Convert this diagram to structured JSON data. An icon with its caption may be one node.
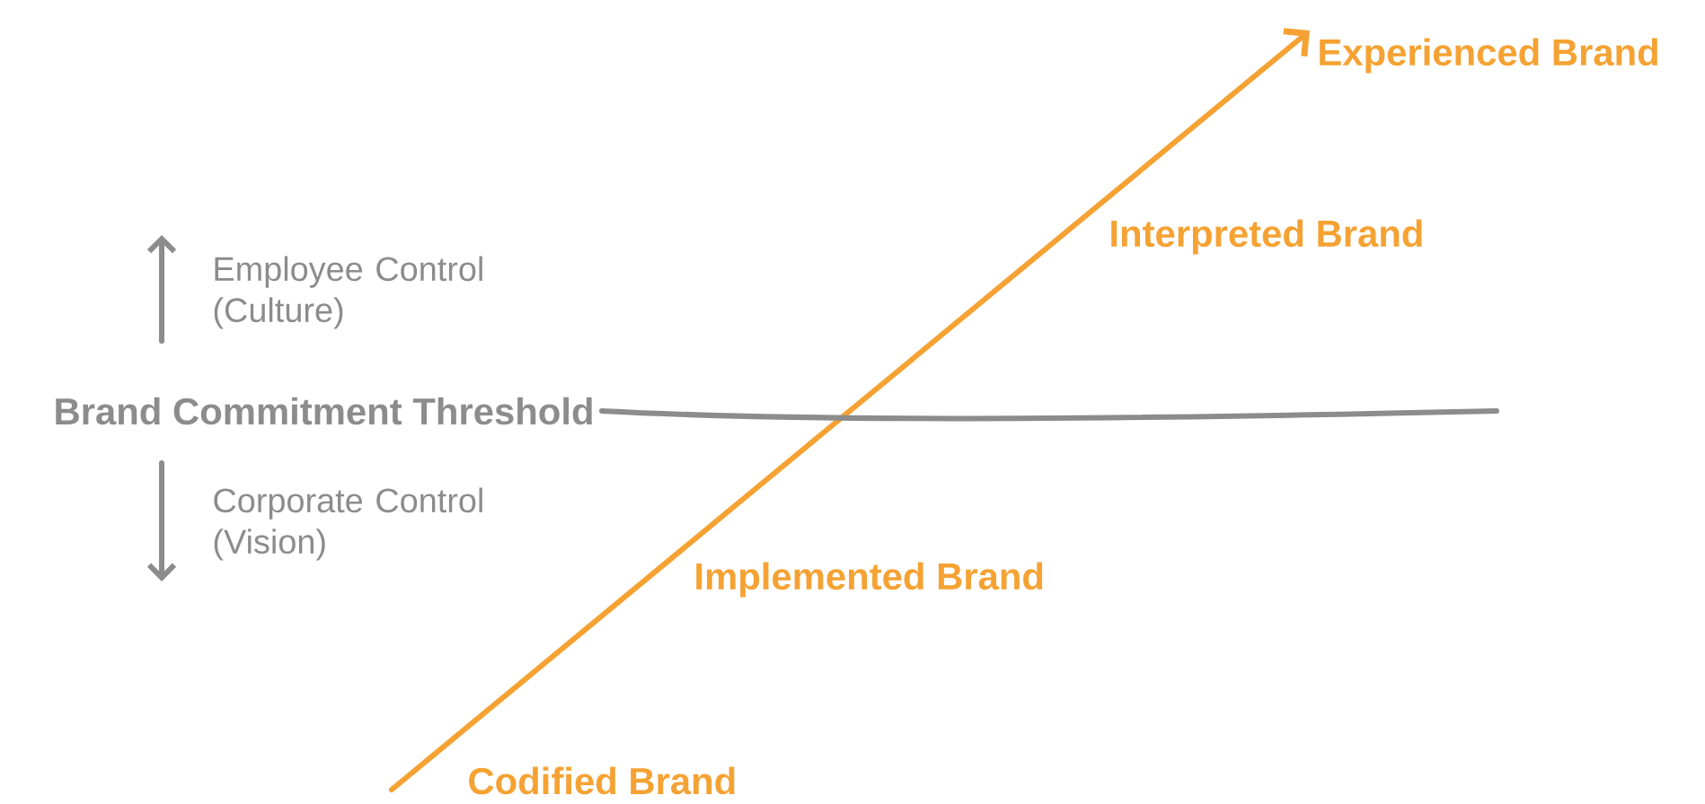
{
  "diagram": {
    "nodes": [
      {
        "text": [
          "Experienced Brand"
        ]
      },
      {
        "text": [
          "Brand Commitment Threshold"
        ]
      }
    ],
    "edges": [
      {
        "from": null,
        "to": 0,
        "arrow": "to",
        "color": "#f5a233"
      },
      {
        "from": 1,
        "to": null,
        "arrow": "none",
        "color": "#8c8c8c"
      }
    ],
    "labels": [
      "Interpreted Brand",
      "Employee Control (Culture)",
      "Corporate Control (Vision)",
      "Implemented Brand",
      "Codified Brand"
    ]
  }
}
